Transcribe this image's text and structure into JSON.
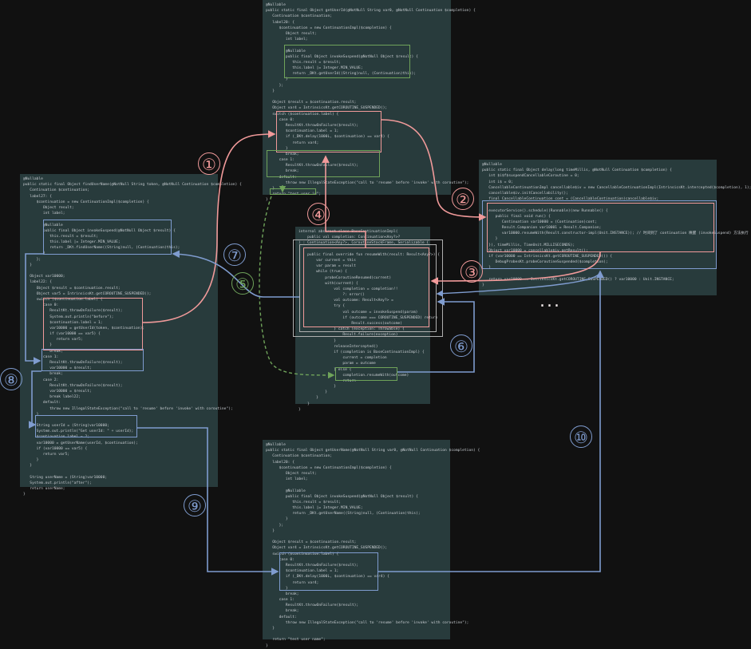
{
  "panels": {
    "getUserId": {
      "lines": [
        "@Nullable",
        "public static final Object getUserId(@NotNull String var0, @NotNull Continuation $completion) {",
        "   Continuation $continuation;",
        "   label20: {",
        "      $continuation = new ContinuationImpl($completion) {",
        "         Object result;",
        "         int label;",
        "",
        "         @Nullable",
        "         public final Object invokeSuspend(@NotNull Object $result) {",
        "            this.result = $result;",
        "            this.label |= Integer.MIN_VALUE;",
        "            return _DKt.getUserId((String)null, (Continuation)this);",
        "         }",
        "      };",
        "   }",
        "",
        "   Object $result = $continuation.result;",
        "   Object var4 = IntrinsicsKt.getCOROUTINE_SUSPENDED();",
        "   switch ($continuation.label) {",
        "      case 0:",
        "         ResultKt.throwOnFailure($result);",
        "         $continuation.label = 1;",
        "         if (_DKt.delay(1000L, $continuation) == var4) {",
        "            return var4;",
        "         }",
        "         break;",
        "      case 1:",
        "         ResultKt.throwOnFailure($result);",
        "         break;",
        "      default:",
        "         throw new IllegalStateException(\"call to 'resume' before 'invoke' with coroutine\");",
        "   }",
        "   return \"test user id\";",
        "}"
      ]
    },
    "delay": {
      "lines": [
        "@Nullable",
        "public static final Object delay(long timeMillis, @NotNull Continuation $completion) {",
        "   int $i$f$suspendCancellableCoroutine = 0;",
        "   int i$ = 0;",
        "   CancellableContinuationImpl cancellable$iv = new CancellableContinuationImpl(IntrinsicsKt.intercepted($completion), 1);",
        "   cancellable$iv.initCancellability();",
        "   final CancellableContinuation cont = (CancellableContinuation)cancellable$iv;",
        "",
        "   executorService().schedule((Runnable)(new Runnable() {",
        "      public final void run() {",
        "         Continuation var10000 = (Continuation)cont;",
        "         Result.Companion var10001 = Result.Companion;",
        "         var10000.resumeWith(Result.constructor-impl(Unit.INSTANCE)); // 时间到了 continuation 唤醒 (invokeSuspend) 方法执行",
        "      }",
        "   }), timeMillis, TimeUnit.MILLISECONDS);",
        "   Object var10000 = cancellable$iv.getResult();",
        "   if (var10000 == IntrinsicsKt.getCOROUTINE_SUSPENDED()) {",
        "      DebugProbesKt.probeCoroutineSuspended($completion);",
        "   }",
        "",
        "   return var10000 == IntrinsicsKt.getCOROUTINE_SUSPENDED() ? var10000 : Unit.INSTANCE;",
        "}"
      ]
    },
    "findUserName": {
      "lines": [
        "@Nullable",
        "public static final Object findUserName(@NotNull String token, @NotNull Continuation $completion) {",
        "   Continuation $continuation;",
        "   label27: {",
        "      $continuation = new ContinuationImpl($completion) {",
        "         Object result;",
        "         int label;",
        "",
        "         @Nullable",
        "         public final Object invokeSuspend(@NotNull Object $result) {",
        "            this.result = $result;",
        "            this.label |= Integer.MIN_VALUE;",
        "            return _DKt.findUserName((String)null, (Continuation)this);",
        "         }",
        "      };",
        "   }",
        "",
        "   Object var10000;",
        "   label22: {",
        "      Object $result = $continuation.result;",
        "      Object var5 = IntrinsicsKt.getCOROUTINE_SUSPENDED();",
        "      switch ($continuation.label) {",
        "         case 0:",
        "            ResultKt.throwOnFailure($result);",
        "            System.out.println(\"before\");",
        "            $continuation.label = 1;",
        "            var10000 = getUserId(token, $continuation);",
        "            if (var10000 == var5) {",
        "               return var5;",
        "            }",
        "            break;",
        "         case 1:",
        "            ResultKt.throwOnFailure($result);",
        "            var10000 = $result;",
        "            break;",
        "         case 2:",
        "            ResultKt.throwOnFailure($result);",
        "            var10000 = $result;",
        "            break label22;",
        "         default:",
        "            throw new IllegalStateException(\"call to 'resume' before 'invoke' with coroutine\");",
        "      }",
        "",
        "      String userId = (String)var10000;",
        "      System.out.println(\"Get userId: \" + userId);",
        "      $continuation.label = 2;",
        "      var10000 = getUserName(userId, $continuation);",
        "      if (var10000 == var5) {",
        "         return var5;",
        "      }",
        "   }",
        "",
        "   String userName = (String)var10000;",
        "   System.out.println(\"after\");",
        "   return userName;",
        "}"
      ]
    },
    "baseContinuation": {
      "lines": [
        "internal abstract class BaseContinuationImpl(",
        "    public val completion: Continuation<Any?>?",
        ") : Continuation<Any?>, CoroutineStackFrame, Serializable {",
        "",
        "    public final override fun resumeWith(result: Result<Any?>) {",
        "        var current = this",
        "        var param = result",
        "        while (true) {",
        "            probeCoroutineResumed(current)",
        "            with(current) {",
        "                val completion = completion!!",
        "                    ?: error()",
        "                val outcome: Result<Any?> =",
        "                try {",
        "                    val outcome = invokeSuspend(param)",
        "                    if (outcome === COROUTINE_SUSPENDED) return",
        "                        Result.success(outcome)",
        "                } catch (exception: Throwable) {",
        "                    Result.failure(exception)",
        "                }",
        "                releaseIntercepted()",
        "                if (completion is BaseContinuationImpl) {",
        "                    current = completion",
        "                    param = outcome",
        "                } else {",
        "                    completion.resumeWith(outcome)",
        "                    return",
        "                }",
        "            }",
        "        }",
        "    }",
        "}"
      ]
    },
    "getUserName": {
      "lines": [
        "@Nullable",
        "public static final Object getUserName(@NotNull String var0, @NotNull Continuation $completion) {",
        "   Continuation $continuation;",
        "   label20: {",
        "      $continuation = new ContinuationImpl($completion) {",
        "         Object result;",
        "         int label;",
        "",
        "         @Nullable",
        "         public final Object invokeSuspend(@NotNull Object $result) {",
        "            this.result = $result;",
        "            this.label |= Integer.MIN_VALUE;",
        "            return _DKt.getUserName((String)null, (Continuation)this);",
        "         }",
        "      };",
        "   }",
        "",
        "   Object $result = $continuation.result;",
        "   Object var4 = IntrinsicsKt.getCOROUTINE_SUSPENDED();",
        "   switch ($continuation.label) {",
        "      case 0:",
        "         ResultKt.throwOnFailure($result);",
        "         $continuation.label = 1;",
        "         if (_DKt.delay(1000L, $continuation) == var4) {",
        "            return var4;",
        "         }",
        "         break;",
        "      case 1:",
        "         ResultKt.throwOnFailure($result);",
        "         break;",
        "      default:",
        "         throw new IllegalStateException(\"call to 'resume' before 'invoke' with coroutine\");",
        "   }",
        "",
        "   return \"test user name\";",
        "}"
      ]
    }
  },
  "step_labels": {
    "s1": "①",
    "s2": "②",
    "s3": "③",
    "s4": "④",
    "s5": "⑤",
    "s6": "⑥",
    "s7": "⑦",
    "s8": "⑧",
    "s9": "⑨",
    "s10": "⑩"
  },
  "ellipsis": "...",
  "colors": {
    "background": "#111111",
    "panel": "#283b3c",
    "pink": "#f19a9a",
    "blue": "#7f9ccf",
    "green": "#6fa35a",
    "gray": "#b0b0b0",
    "text": "#c7ccd1"
  }
}
